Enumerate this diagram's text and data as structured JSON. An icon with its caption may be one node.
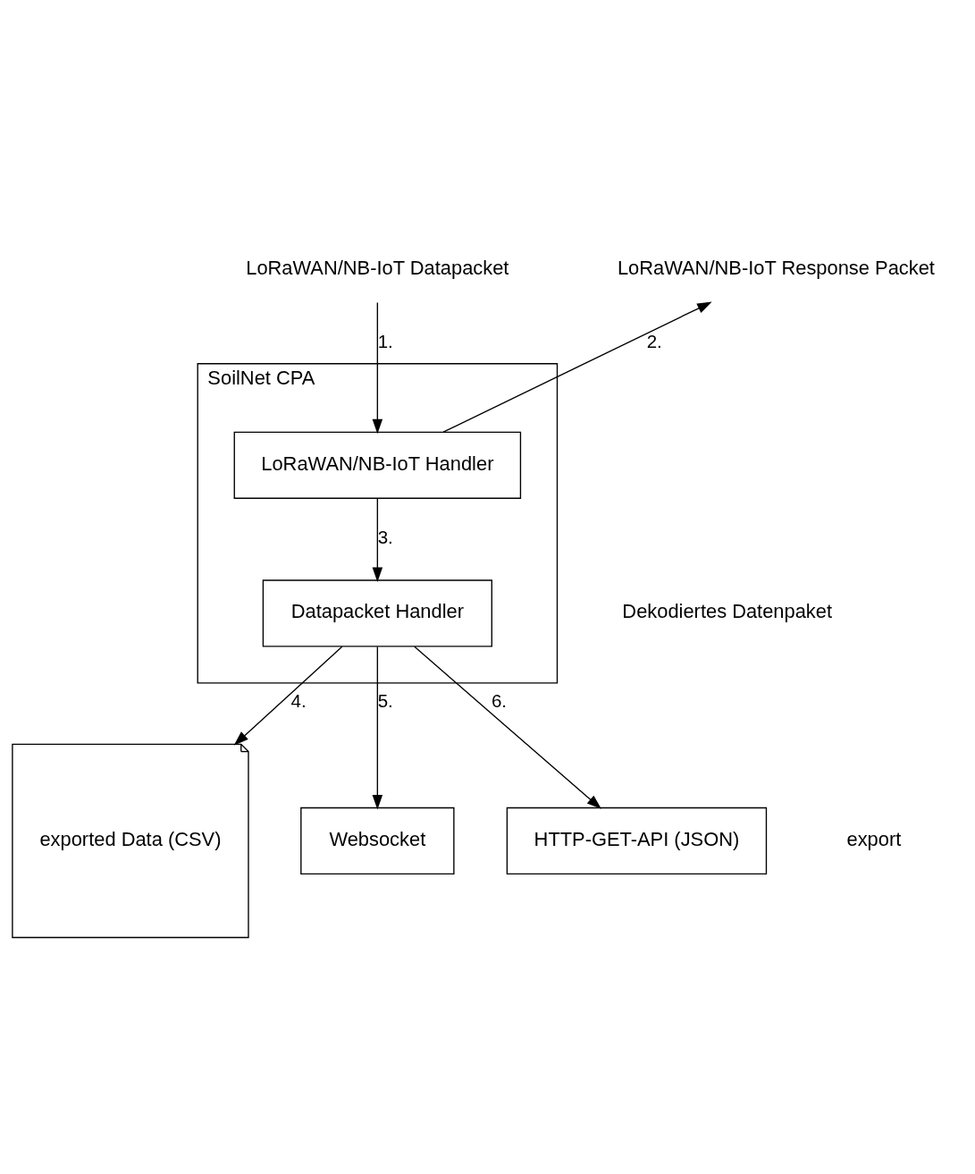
{
  "diagram": {
    "nodes": [
      {
        "text": [
          "LoRaWAN/NB-IoT Datapacket"
        ]
      },
      {
        "text": [
          "LoRaWAN/NB-IoT Response Packet"
        ]
      },
      {
        "text": [
          "SoilNet CPA"
        ]
      },
      {
        "text": [
          "LoRaWAN/NB-IoT Handler"
        ],
        "in": 2
      },
      {
        "text": [
          "Datapacket Handler"
        ],
        "in": 2
      },
      {
        "text": [
          "exported Data (CSV)"
        ]
      },
      {
        "text": [
          "Websocket"
        ]
      },
      {
        "text": [
          "HTTP-GET-API (JSON)"
        ]
      }
    ],
    "edges": [
      {
        "from": 0,
        "to": 3,
        "arrow": "to",
        "label": "1."
      },
      {
        "from": 3,
        "to": 1,
        "arrow": "to",
        "label": "2."
      },
      {
        "from": 3,
        "to": 4,
        "arrow": "to",
        "label": "3."
      },
      {
        "from": 4,
        "to": 5,
        "arrow": "to",
        "label": "4."
      },
      {
        "from": 4,
        "to": 6,
        "arrow": "to",
        "label": "5."
      },
      {
        "from": 4,
        "to": 7,
        "arrow": "to",
        "label": "6."
      }
    ],
    "labels": [
      "Dekodiertes Datenpaket",
      "export"
    ]
  }
}
